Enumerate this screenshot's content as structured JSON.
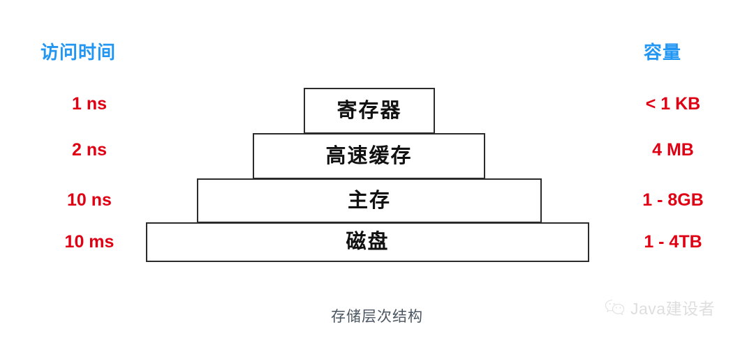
{
  "columns": {
    "left_header": "访问时间",
    "right_header": "容量",
    "header_color": "#2196F3",
    "value_color": "#E00014"
  },
  "hierarchy": {
    "caption": "存储层次结构",
    "tiers": [
      {
        "name": "寄存器",
        "access_time": "1 ns",
        "capacity": "< 1 KB"
      },
      {
        "name": "高速缓存",
        "access_time": "2 ns",
        "capacity": "4 MB"
      },
      {
        "name": "主存",
        "access_time": "10 ns",
        "capacity": "1 - 8GB"
      },
      {
        "name": "磁盘",
        "access_time": "10 ms",
        "capacity": "1 - 4TB"
      }
    ]
  },
  "watermark": {
    "label": "Java建设者",
    "icon": "wechat-icon"
  }
}
